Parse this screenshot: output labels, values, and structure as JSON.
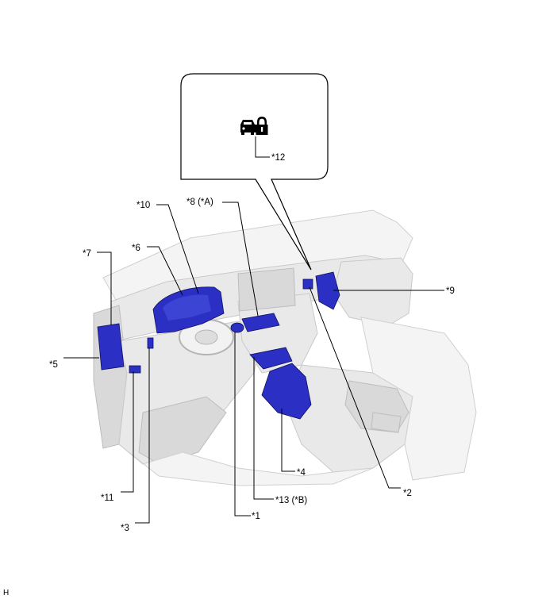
{
  "callout": {
    "icon": "car-lock-icon",
    "label": "*12"
  },
  "labels": {
    "l1": "*1",
    "l2": "*2",
    "l3": "*3",
    "l4": "*4",
    "l5": "*5",
    "l6": "*6",
    "l7": "*7",
    "l8": "*8 (*A)",
    "l9": "*9",
    "l10": "*10",
    "l11": "*11",
    "l13": "*13 (*B)"
  },
  "corner_mark": "H",
  "colors": {
    "component": "#2b2fc4",
    "interior": "#e9e9e9",
    "line": "#000000"
  }
}
